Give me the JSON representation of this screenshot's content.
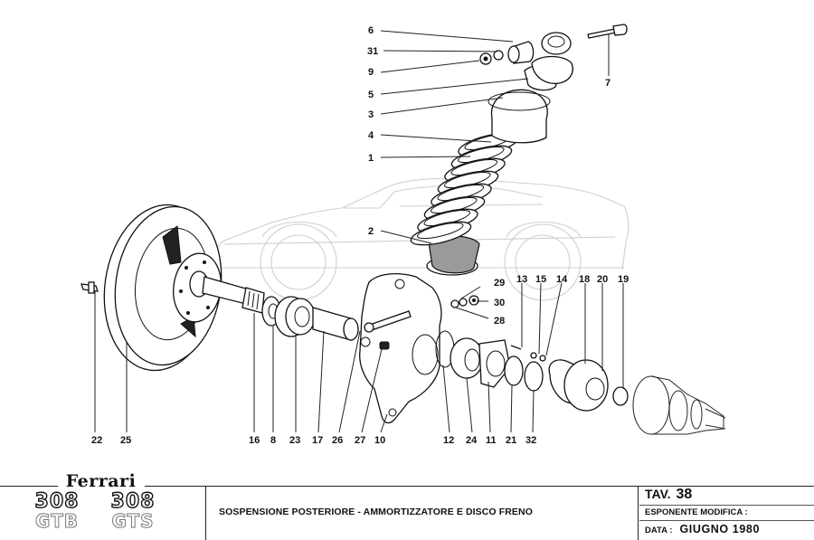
{
  "diagram": {
    "description": "Exploded parts diagram: rear suspension, shock absorber and brake disc",
    "part_labels": [
      {
        "id": "6",
        "text": "6"
      },
      {
        "id": "31",
        "text": "31"
      },
      {
        "id": "9",
        "text": "9"
      },
      {
        "id": "5",
        "text": "5"
      },
      {
        "id": "3",
        "text": "3"
      },
      {
        "id": "4",
        "text": "4"
      },
      {
        "id": "1",
        "text": "1"
      },
      {
        "id": "2",
        "text": "2"
      },
      {
        "id": "7",
        "text": "7"
      },
      {
        "id": "29",
        "text": "29"
      },
      {
        "id": "30",
        "text": "30"
      },
      {
        "id": "28",
        "text": "28"
      },
      {
        "id": "13",
        "text": "13"
      },
      {
        "id": "15",
        "text": "15"
      },
      {
        "id": "14",
        "text": "14"
      },
      {
        "id": "18",
        "text": "18"
      },
      {
        "id": "20",
        "text": "20"
      },
      {
        "id": "19",
        "text": "19"
      },
      {
        "id": "22",
        "text": "22"
      },
      {
        "id": "25",
        "text": "25"
      },
      {
        "id": "16",
        "text": "16"
      },
      {
        "id": "8",
        "text": "8"
      },
      {
        "id": "23",
        "text": "23"
      },
      {
        "id": "17",
        "text": "17"
      },
      {
        "id": "26",
        "text": "26"
      },
      {
        "id": "27",
        "text": "27"
      },
      {
        "id": "10",
        "text": "10"
      },
      {
        "id": "12",
        "text": "12"
      },
      {
        "id": "24",
        "text": "24"
      },
      {
        "id": "11",
        "text": "11"
      },
      {
        "id": "21",
        "text": "21"
      },
      {
        "id": "32",
        "text": "32"
      }
    ]
  },
  "titleblock": {
    "brand": "Ferrari",
    "models": [
      {
        "number": "308",
        "version": "GTB"
      },
      {
        "number": "308",
        "version": "GTS"
      }
    ],
    "title": "SOSPENSIONE POSTERIORE - AMMORTIZZATORE E DISCO FRENO",
    "tav_label": "TAV.",
    "tav_number": "38",
    "esponente_label": "ESPONENTE  MODIFICA :",
    "esponente_value": "",
    "data_label": "DATA :",
    "data_value": "GIUGNO  1980"
  }
}
